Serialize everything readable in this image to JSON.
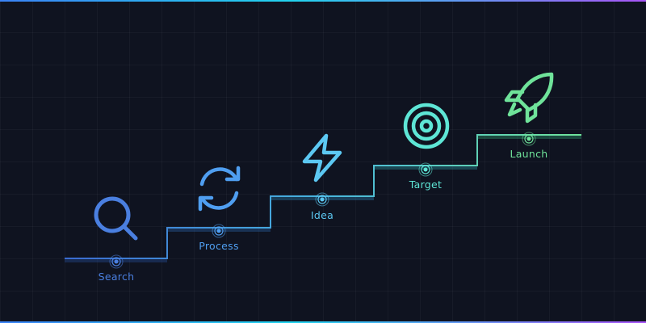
{
  "steps": [
    {
      "label": "Search",
      "icon": "search-icon",
      "color": "#4a7fe0"
    },
    {
      "label": "Process",
      "icon": "refresh-icon",
      "color": "#4f9ef0"
    },
    {
      "label": "Idea",
      "icon": "lightning-icon",
      "color": "#5cc8f2"
    },
    {
      "label": "Target",
      "icon": "target-icon",
      "color": "#5ee6d6"
    },
    {
      "label": "Launch",
      "icon": "rocket-icon",
      "color": "#6fe39a"
    }
  ]
}
